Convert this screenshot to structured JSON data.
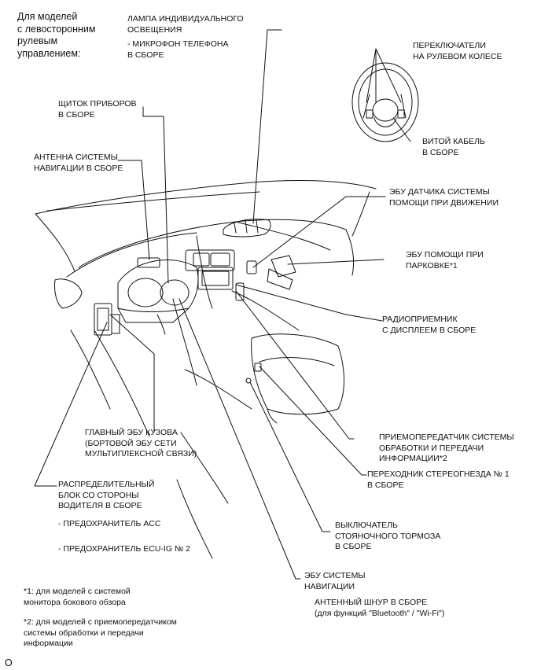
{
  "header": "Для моделей\nс левосторонним\nрулевым\nуправлением:",
  "labels": {
    "lamp": "ЛАМПА ИНДИВИДУАЛЬНОГО\nОСВЕЩЕНИЯ",
    "mic": "- МИКРОФОН ТЕЛЕФОНА\nВ СБОРЕ",
    "steering_switches": "ПЕРЕКЛЮЧАТЕЛИ\nНА РУЛЕВОМ КОЛЕСЕ",
    "cluster": "ЩИТОК ПРИБОРОВ\nВ СБОРЕ",
    "spiral_cable": "ВИТОЙ КАБЕЛЬ\nВ СБОРЕ",
    "nav_antenna": "АНТЕННА СИСТЕМЫ\nНАВИГАЦИИ В СБОРЕ",
    "drive_assist_ecu": "ЭБУ ДАТЧИКА СИСТЕМЫ\nПОМОЩИ ПРИ ДВИЖЕНИИ",
    "parking_ecu": "ЭБУ ПОМОЩИ ПРИ\nПАРКОВКЕ*1",
    "radio": "РАДИОПРИЕМНИК\nС ДИСПЛЕЕМ В СБОРЕ",
    "main_body_ecu": "ГЛАВНЫЙ ЭБУ КУЗОВА\n(БОРТОВОЙ ЭБУ СЕТИ\nМУЛЬТИПЛЕКСНОЙ СВЯЗИ)",
    "transceiver": "ПРИЕМОПЕРЕДАТЧИК СИСТЕМЫ\nОБРАБОТКИ И ПЕРЕДАЧИ\nИНФОРМАЦИИ*2",
    "stereo_adapter": "ПЕРЕХОДНИК СТЕРЕОГНЕЗДА № 1\nВ СБОРЕ",
    "junction_block": "РАСПРЕДЕЛИТЕЛЬНЫЙ\nБЛОК СО СТОРОНЫ\nВОДИТЕЛЯ В СБОРЕ",
    "fuse_acc": "- ПРЕДОХРАНИТЕЛЬ ACC",
    "fuse_ecu": "- ПРЕДОХРАНИТЕЛЬ ECU-IG № 2",
    "parking_brake": "ВЫКЛЮЧАТЕЛЬ\nСТОЯНОЧНОГО ТОРМОЗА\nВ СБОРЕ",
    "nav_ecu": "ЭБУ СИСТЕМЫ\nНАВИГАЦИИ",
    "antenna_cord": "АНТЕННЫЙ ШНУР В СБОРЕ\n(для функций \"Bluetooth\" / \"Wi-Fi\")"
  },
  "notes": {
    "note1": "*1: для моделей с системой\nмонитора бокового обзора",
    "note2": "*2: для моделей с приемопередатчиком\nсистемы обработки и передачи\nинформации"
  },
  "corner": "O"
}
